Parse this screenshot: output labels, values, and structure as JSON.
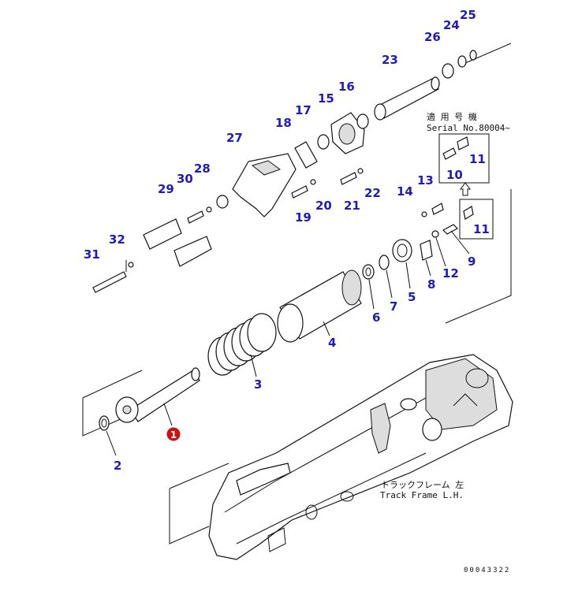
{
  "callouts": {
    "p1": "1",
    "p2": "2",
    "p3": "3",
    "p4": "4",
    "p5": "5",
    "p6": "6",
    "p7": "7",
    "p8": "8",
    "p9": "9",
    "p10": "10",
    "p11a": "11",
    "p11b": "11",
    "p12": "12",
    "p13": "13",
    "p14": "14",
    "p15": "15",
    "p16": "16",
    "p17": "17",
    "p18": "18",
    "p19": "19",
    "p20": "20",
    "p21": "21",
    "p22": "22",
    "p23": "23",
    "p24": "24",
    "p25": "25",
    "p26": "26",
    "p27": "27",
    "p28": "28",
    "p29": "29",
    "p30": "30",
    "p31": "31",
    "p32": "32"
  },
  "notes": {
    "applicable_jp": "適 用 号 機",
    "serial": "Serial No.80004~",
    "frame_jp": "トラックフレーム 左",
    "frame_en": "Track Frame L.H."
  },
  "document_number": "00043322",
  "colors": {
    "callout": "#1c1cc0",
    "highlight_badge": "#cc1111",
    "line": "#111111"
  }
}
